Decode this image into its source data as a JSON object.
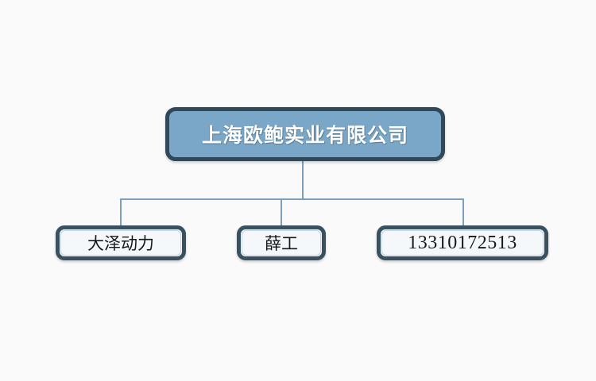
{
  "diagram": {
    "type": "organization-chart",
    "background_color": "#fafafa",
    "connector_color": "#7d9fbc",
    "root": {
      "label": "上海欧鲍实业有限公司",
      "fill_color": "#7aa7c7",
      "border_color": "#30485a",
      "text_color": "#ffffff"
    },
    "children": [
      {
        "label": "大泽动力",
        "fill_color": "#f5f8fa",
        "border_color": "#3a5161",
        "text_color": "#16181a"
      },
      {
        "label": "薛工",
        "fill_color": "#f5f8fa",
        "border_color": "#3a5161",
        "text_color": "#16181a"
      },
      {
        "label": "13310172513",
        "fill_color": "#f5f8fa",
        "border_color": "#3a5161",
        "text_color": "#16181a"
      }
    ]
  }
}
